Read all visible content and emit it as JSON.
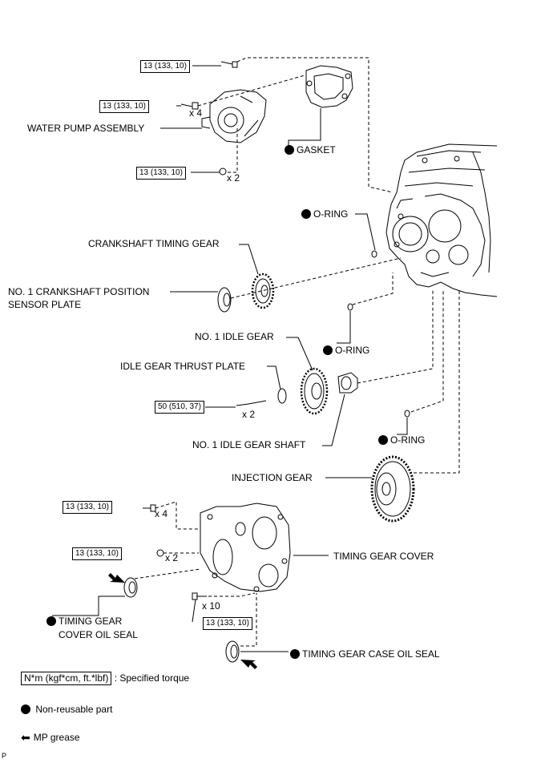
{
  "parts": {
    "water_pump": "WATER PUMP ASSEMBLY",
    "gasket": "GASKET",
    "o_ring_1": "O-RING",
    "crank_timing_gear": "CRANKSHAFT TIMING GEAR",
    "crank_sensor_plate_line1": "NO. 1 CRANKSHAFT POSITION",
    "crank_sensor_plate_line2": "SENSOR PLATE",
    "idle_gear": "NO. 1 IDLE GEAR",
    "thrust_plate": "IDLE GEAR THRUST PLATE",
    "o_ring_2": "O-RING",
    "idle_gear_shaft": "NO. 1 IDLE GEAR SHAFT",
    "o_ring_3": "O-RING",
    "injection_gear": "INJECTION GEAR",
    "timing_gear_cover": "TIMING GEAR COVER",
    "cover_oil_seal_line1": "TIMING GEAR",
    "cover_oil_seal_line2": "COVER OIL SEAL",
    "case_oil_seal": "TIMING GEAR CASE OIL SEAL"
  },
  "torques": {
    "t1": "13 (133, 10)",
    "t2": "13 (133, 10)",
    "t3": "13 (133, 10)",
    "t4": "50 (510, 37)",
    "t5": "13 (133, 10)",
    "t6": "13 (133, 10)",
    "t7": "13 (133, 10)"
  },
  "multipliers": {
    "m1": "x 4",
    "m2": "x 2",
    "m3": "x 2",
    "m4": "x 4",
    "m5": "x 2",
    "m6": "x 10"
  },
  "legend": {
    "torque_box": "N*m (kgf*cm, ft.*lbf)",
    "torque_text": ": Specified torque",
    "non_reusable": "Non-reusable part",
    "grease": "MP grease"
  },
  "figure_code": "P"
}
